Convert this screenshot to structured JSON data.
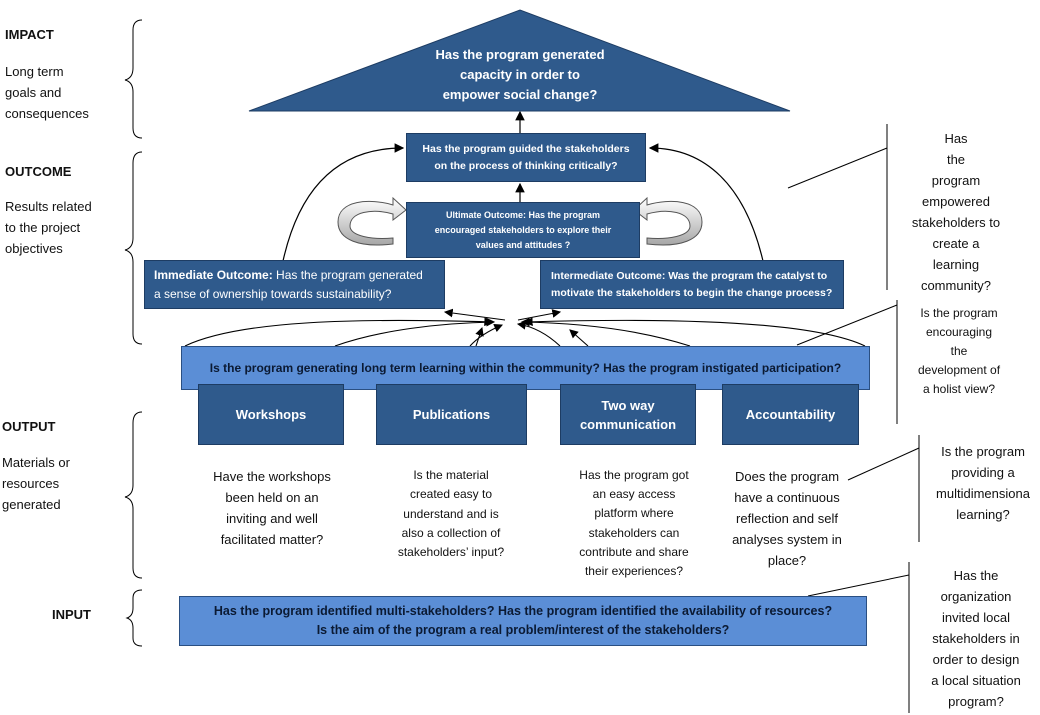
{
  "left": {
    "impact_title": "IMPACT",
    "impact_desc": [
      "Long term",
      "goals and",
      "consequences"
    ],
    "outcome_title": "OUTCOME",
    "outcome_desc": [
      "Results related",
      "to the project",
      "objectives"
    ],
    "output_title": "OUTPUT",
    "output_desc": [
      "Materials or",
      "resources",
      "generated"
    ],
    "input_title": "INPUT"
  },
  "roof": [
    "Has the program generated",
    "capacity in order to",
    "empower social change?"
  ],
  "guided": [
    "Has the program guided the stakeholders",
    "on the process of thinking critically?"
  ],
  "ultimate": {
    "label": "Ultimate Outcome:",
    "text_1": " Has the program",
    "text_2": "encouraged stakeholders to explore their",
    "text_3": "values and attitudes ?"
  },
  "immediate": {
    "label": "Immediate Outcome:",
    "text_1": " Has the program generated",
    "text_2": "a sense of ownership towards sustainability?"
  },
  "intermediate": {
    "label": "Intermediate Outcome:",
    "text_1": " Was the program the catalyst to",
    "text_2": "motivate the stakeholders to begin the change process?"
  },
  "learning_bar": "Is the program generating long term learning within the community? Has the program instigated participation?",
  "output_boxes": [
    {
      "label": "Workshops"
    },
    {
      "label": "Publications"
    },
    {
      "label_1": "Two way",
      "label_2": "communication"
    },
    {
      "label": "Accountability"
    }
  ],
  "output_questions": [
    [
      "Have the workshops",
      "been held on an",
      "inviting and well",
      "facilitated matter?"
    ],
    [
      "Is the material",
      "created easy to",
      "understand and is",
      "also a collection of",
      "stakeholders’ input?"
    ],
    [
      "Has the program got",
      "an easy access",
      "platform where",
      "stakeholders can",
      "contribute and share",
      "their experiences?"
    ],
    [
      "Does the program",
      "have a continuous",
      "reflection and self",
      "analyses system in",
      "place?"
    ]
  ],
  "input_bar": [
    "Has the program identified multi-stakeholders? Has the program identified the availability of resources?",
    "Is the aim of the program a real problem/interest of the stakeholders?"
  ],
  "side_notes": {
    "learning_community": [
      "Has",
      "the",
      "program",
      "empowered",
      "stakeholders to",
      "create a",
      "learning",
      "community?"
    ],
    "holist": [
      "Is the program",
      "encouraging",
      "the",
      "development of",
      "a holist view?"
    ],
    "multidimensional": [
      "Is the program",
      "providing a",
      "multidimensiona",
      "learning?"
    ],
    "local": [
      "Has the",
      "organization",
      "invited local",
      "stakeholders in",
      "order to design",
      "a local situation",
      "program?"
    ]
  }
}
